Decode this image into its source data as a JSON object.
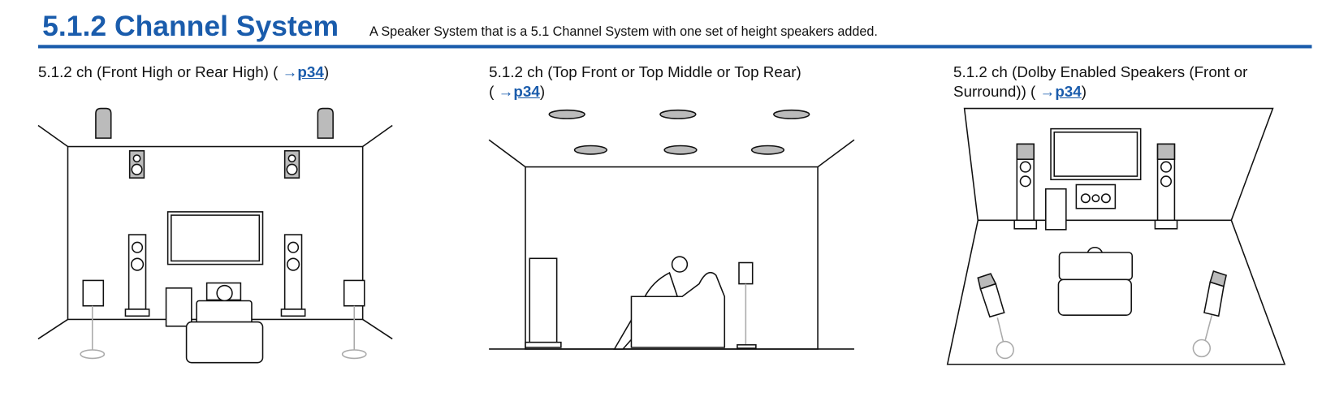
{
  "header": {
    "title": "5.1.2 Channel System",
    "subtitle": "A Speaker System that is a 5.1 Channel System with one set of height speakers added."
  },
  "accent_color": "#1a5cac",
  "panels": [
    {
      "caption": "5.1.2 ch (Front High or Rear High) (",
      "arrow": "→",
      "link": "p34",
      "close": ")"
    },
    {
      "caption": "5.1.2 ch (Top Front or Top Middle or Top Rear)",
      "caption2": "(",
      "arrow": "→",
      "link": "p34",
      "close": ")"
    },
    {
      "caption": "5.1.2 ch (Dolby Enabled Speakers (Front or",
      "caption2": "Surround)) (",
      "arrow": "→",
      "link": "p34",
      "close": ")"
    }
  ]
}
